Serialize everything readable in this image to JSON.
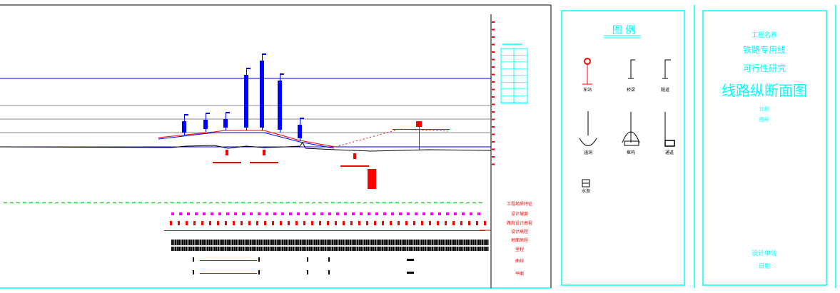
{
  "legend_panel": {
    "title": "图  例",
    "symbols": [
      {
        "icon": "station-marker-icon",
        "label": "车站"
      },
      {
        "icon": "signal-post-icon",
        "label": "桥梁"
      },
      {
        "icon": "signal-post-icon",
        "label": "隧道"
      },
      {
        "icon": "culvert-icon",
        "label": "涵洞"
      },
      {
        "icon": "arch-bridge-icon",
        "label": "框构"
      },
      {
        "icon": "box-culvert-icon",
        "label": "通道"
      },
      {
        "icon": "box-icon",
        "label": "水准"
      }
    ]
  },
  "title_panel": {
    "line1": "工程名称",
    "line2": "铁路专用线",
    "line3": "可行性研究",
    "main_title": "线路纵断面图",
    "scale_line": "比例",
    "drawing_no": "图号",
    "footer1": "设计单位",
    "footer2": "日期"
  },
  "profile_table": {
    "title": "说明",
    "row_labels": [
      "工程地质特征",
      "设计坡度",
      "路肩设计高程",
      "设计高程",
      "地面高程",
      "里程",
      "曲线",
      "平面"
    ]
  },
  "colors": {
    "cyan": "#00ffff",
    "blue": "#0000ff",
    "red": "#ff0000",
    "magenta": "#ff00ff",
    "green": "#00cc00"
  }
}
